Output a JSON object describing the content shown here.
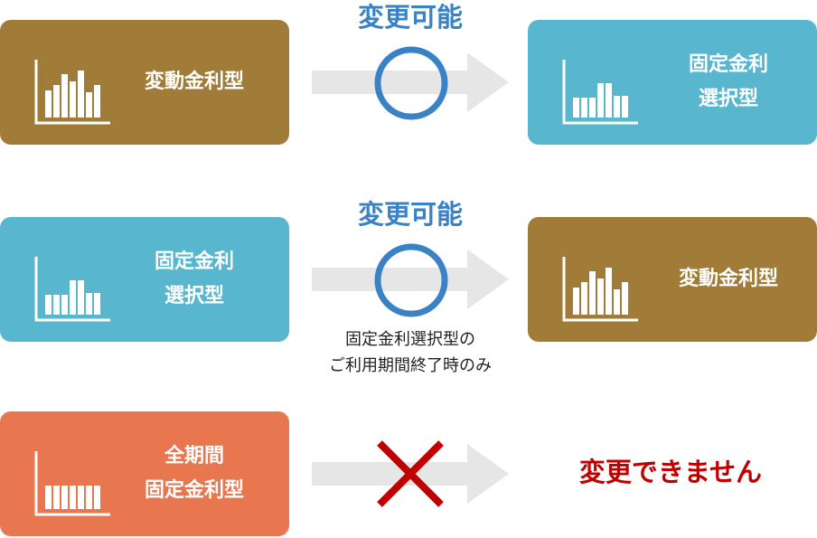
{
  "colors": {
    "variable": "#a07c38",
    "fixed_select": "#58b6ce",
    "full_fixed": "#e8764e",
    "possible": "#3a82c6",
    "impossible": "#c00000",
    "arrow": "#e6e6e6"
  },
  "row1": {
    "from_line1": "変動金利型",
    "label": "変更可能",
    "to_line1": "固定金利",
    "to_line2": "選択型"
  },
  "row2": {
    "from_line1": "固定金利",
    "from_line2": "選択型",
    "label": "変更可能",
    "note_line1": "固定金利選択型の",
    "note_line2": "ご利用期間終了時のみ",
    "to_line1": "変動金利型"
  },
  "row3": {
    "from_line1": "全期間",
    "from_line2": "固定金利型",
    "result": "変更できません"
  },
  "icons": [
    "bar-chart-variable-icon",
    "bar-chart-fixed-select-icon",
    "bar-chart-flat-icon",
    "circle-ok-icon",
    "cross-ng-icon",
    "right-arrow-icon"
  ]
}
